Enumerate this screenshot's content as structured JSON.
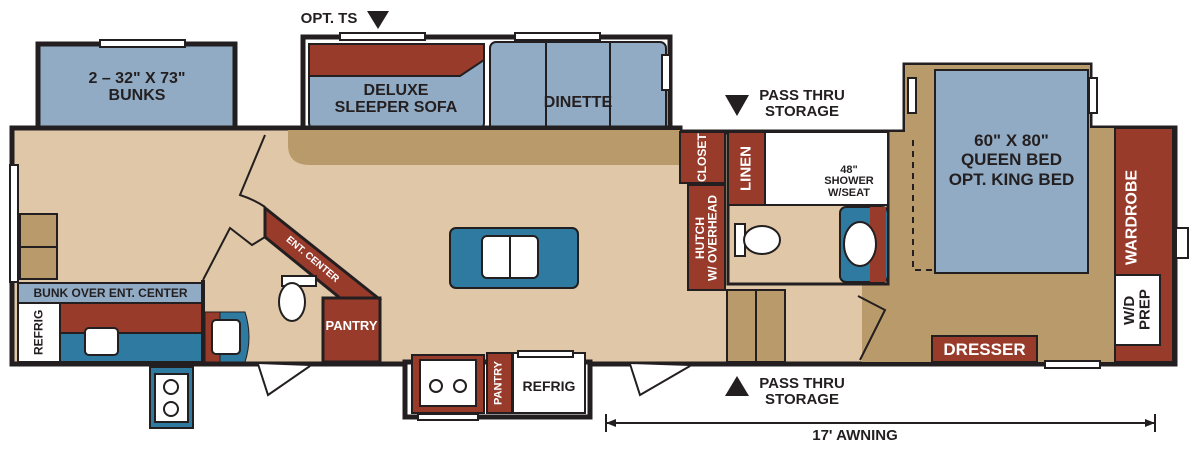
{
  "title": "RV Floor Plan",
  "colors": {
    "floor": "#dfc7a7",
    "carpet": "#b99a6a",
    "cabinet": "#983b2b",
    "counter": "#2e7aa0",
    "bed": "#91abc4",
    "wall": "#231f20"
  },
  "labels": {
    "opt_ts": "OPT. TS",
    "bunks": "2 – 32\" X 73\"\nBUNKS",
    "sofa": "DELUXE\nSLEEPER SOFA",
    "dinette": "DINETTE",
    "pass_thru_top": "PASS THRU\nSTORAGE",
    "pass_thru_bottom": "PASS THRU\nSTORAGE",
    "closet": "CLOSET",
    "linen": "LINEN",
    "hutch": "HUTCH\nW/ OVERHEAD",
    "shower": "48\"\nSHOWER\nW/SEAT",
    "bed": "60\" X 80\"\nQUEEN BED\nOPT. KING BED",
    "wardrobe": "WARDROBE",
    "wd_prep": "W/D\nPREP",
    "dresser": "DRESSER",
    "ent_center": "ENT. CENTER",
    "pantry_left": "PANTRY",
    "bunk_over": "BUNK OVER ENT. CENTER",
    "refrig_left": "REFRIG",
    "pantry_bottom": "PANTRY",
    "refrig_bottom": "REFRIG",
    "awning": "17' AWNING"
  }
}
